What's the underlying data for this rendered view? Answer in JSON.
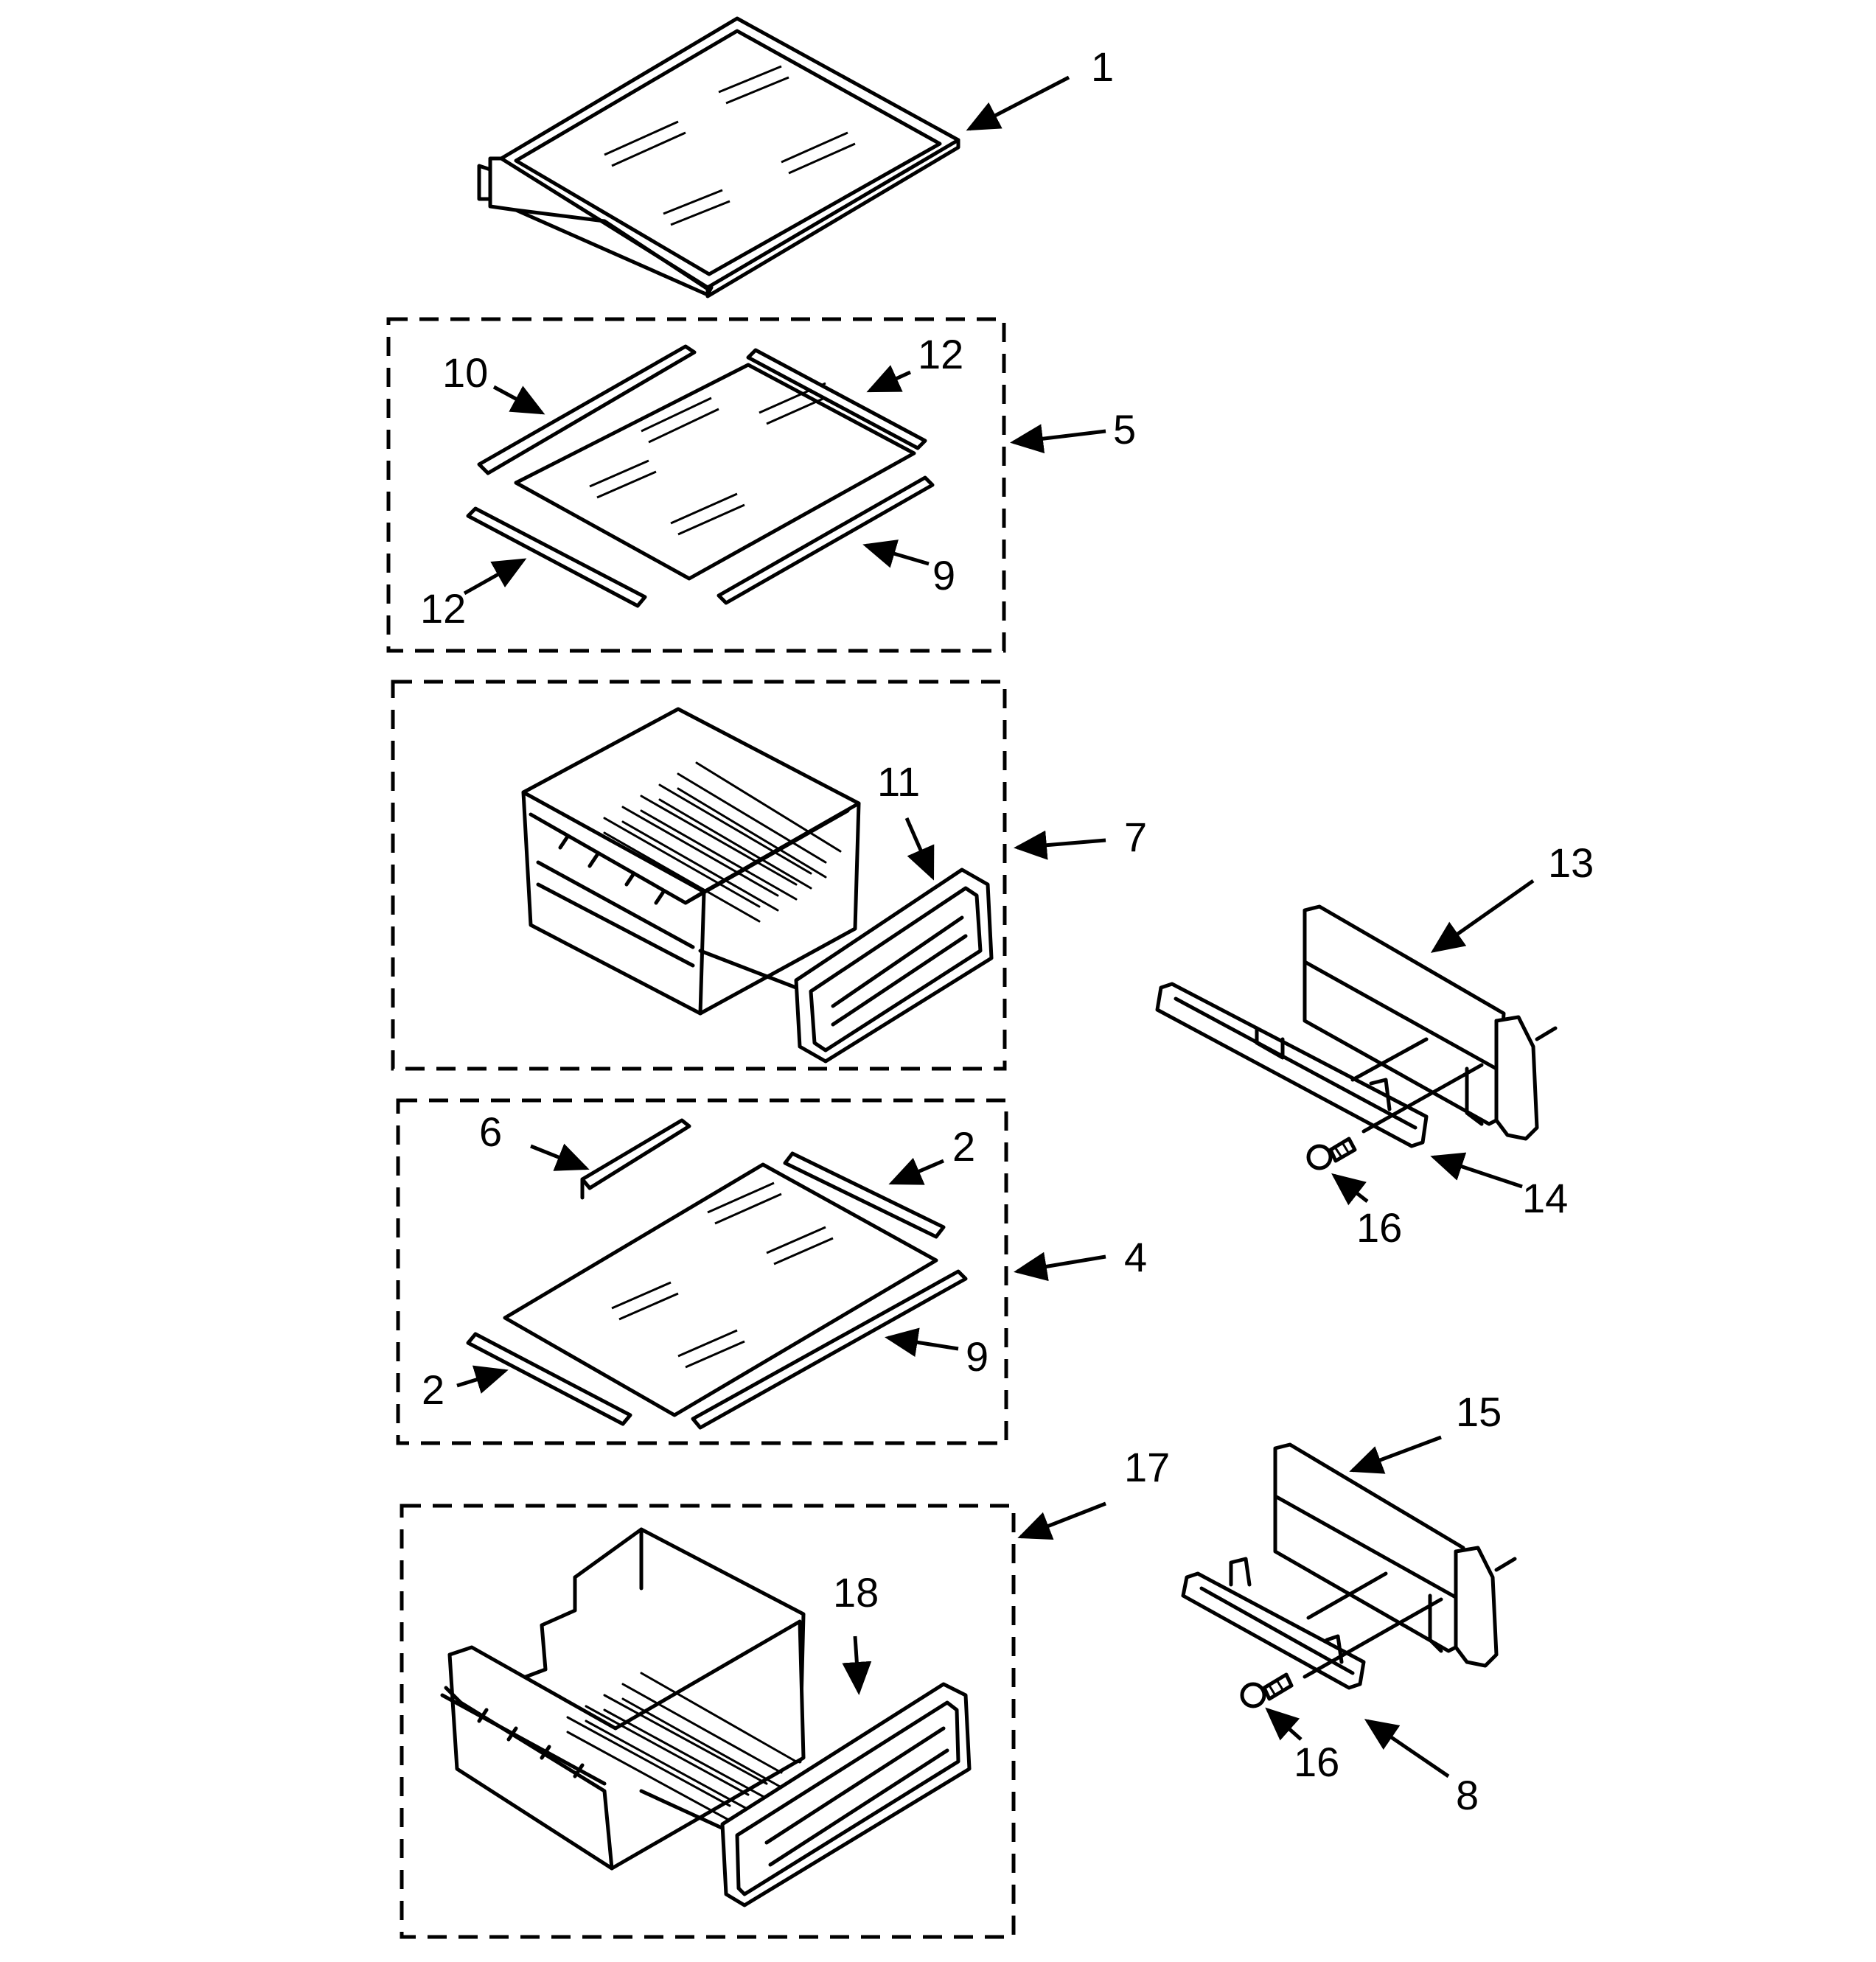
{
  "diagram": {
    "callouts": {
      "c1": "1",
      "c2a": "2",
      "c2b": "2",
      "c4": "4",
      "c5": "5",
      "c6": "6",
      "c7": "7",
      "c8": "8",
      "c9a": "9",
      "c9b": "9",
      "c10": "10",
      "c11": "11",
      "c12a": "12",
      "c12b": "12",
      "c13": "13",
      "c14": "14",
      "c15": "15",
      "c16a": "16",
      "c16b": "16",
      "c17": "17",
      "c18": "18"
    }
  }
}
